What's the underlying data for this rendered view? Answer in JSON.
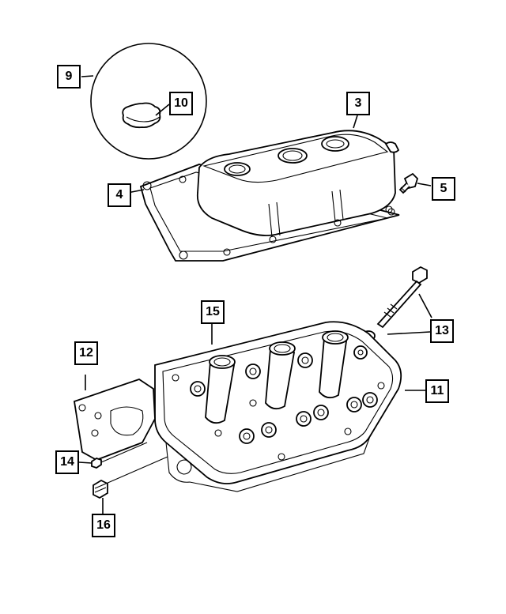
{
  "callouts": {
    "c3": "3",
    "c4": "4",
    "c5": "5",
    "c9": "9",
    "c10": "10",
    "c11": "11",
    "c12": "12",
    "c13": "13",
    "c14": "14",
    "c15": "15",
    "c16": "16"
  }
}
